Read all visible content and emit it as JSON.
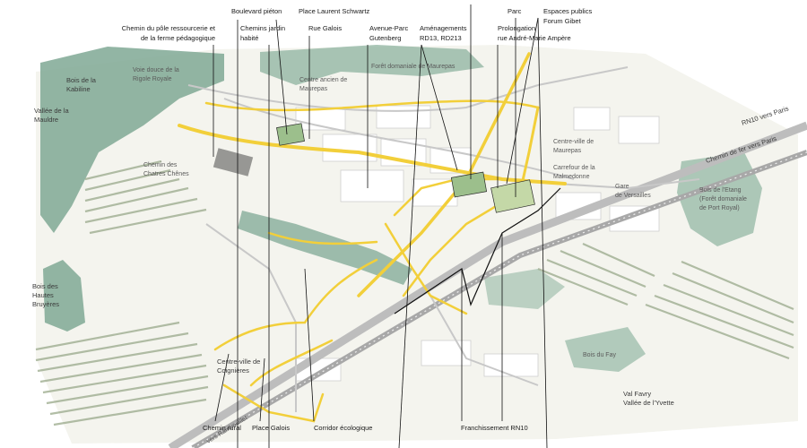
{
  "colors": {
    "forest": "#7fa894",
    "road_yellow": "#f2cf3a",
    "road_grey": "#b9b9b9",
    "rail": "#a8a8a8",
    "field": "#c7d0bc",
    "ink": "#1a1a1a"
  },
  "callouts": {
    "chemin_pole": [
      "Chemin du pôle ressourcerie et",
      "de la ferme pédagogique"
    ],
    "boulevard_piston": "Boulevard piéton",
    "chemins_jardin": [
      "Chemins jardin",
      "habité"
    ],
    "place_laurent": "Place Laurent Schwartz",
    "rue_galois": "Rue Galois",
    "avenue_parc": [
      "Avenue-Parc",
      "Gutenberg"
    ],
    "amenagements": [
      "Aménagements",
      "RD13, RD213"
    ],
    "parc": "Parc",
    "espaces_publics": [
      "Espaces publics",
      "Forum Gibet"
    ],
    "prolongation": [
      "Prolongation",
      "rue André-Marie Ampère"
    ],
    "chemin_rural": "Chemin rural",
    "place_galois": "Place Galois",
    "corridor": "Corridor écologique",
    "franchissement": "Franchissement RN10"
  },
  "places": {
    "bois_kabiline": [
      "Bois de la",
      "Kabiline"
    ],
    "vallee_mauldre": [
      "Vallée de la",
      "Mauldre"
    ],
    "voie_douce": [
      "Voie douce de la",
      "Rigole Royale"
    ],
    "foret_maurepas": "Forêt domaniale de Maurepas",
    "centre_ancien": [
      "Centre ancien de",
      "Maurepas"
    ],
    "centre_ville_maurepas": [
      "Centre-ville de",
      "Maurepas"
    ],
    "carrefour": [
      "Carrefour de la",
      "Malmedonne"
    ],
    "gare": [
      "Gare",
      "de Versailles"
    ],
    "bois_etang": [
      "Bois de l'Etang",
      "(Forêt domaniale",
      "de Port Royal)"
    ],
    "bois_hautes_bruyeres": [
      "Bois des",
      "Hautes",
      "Bruyères"
    ],
    "centre_ville_coignieres": [
      "Centre-ville de",
      "Coignières"
    ],
    "val_favry": [
      "Val Favry",
      "Vallée de l'Yvette"
    ],
    "bois_fay": "Bois du Fay",
    "chemin_chatres": [
      "Chemin des",
      "Chatres Chênes"
    ],
    "rn10": "RN10 vers Paris",
    "rail": "Chemin de fer vers Paris",
    "rambouillet": "vers Rambouillet"
  }
}
